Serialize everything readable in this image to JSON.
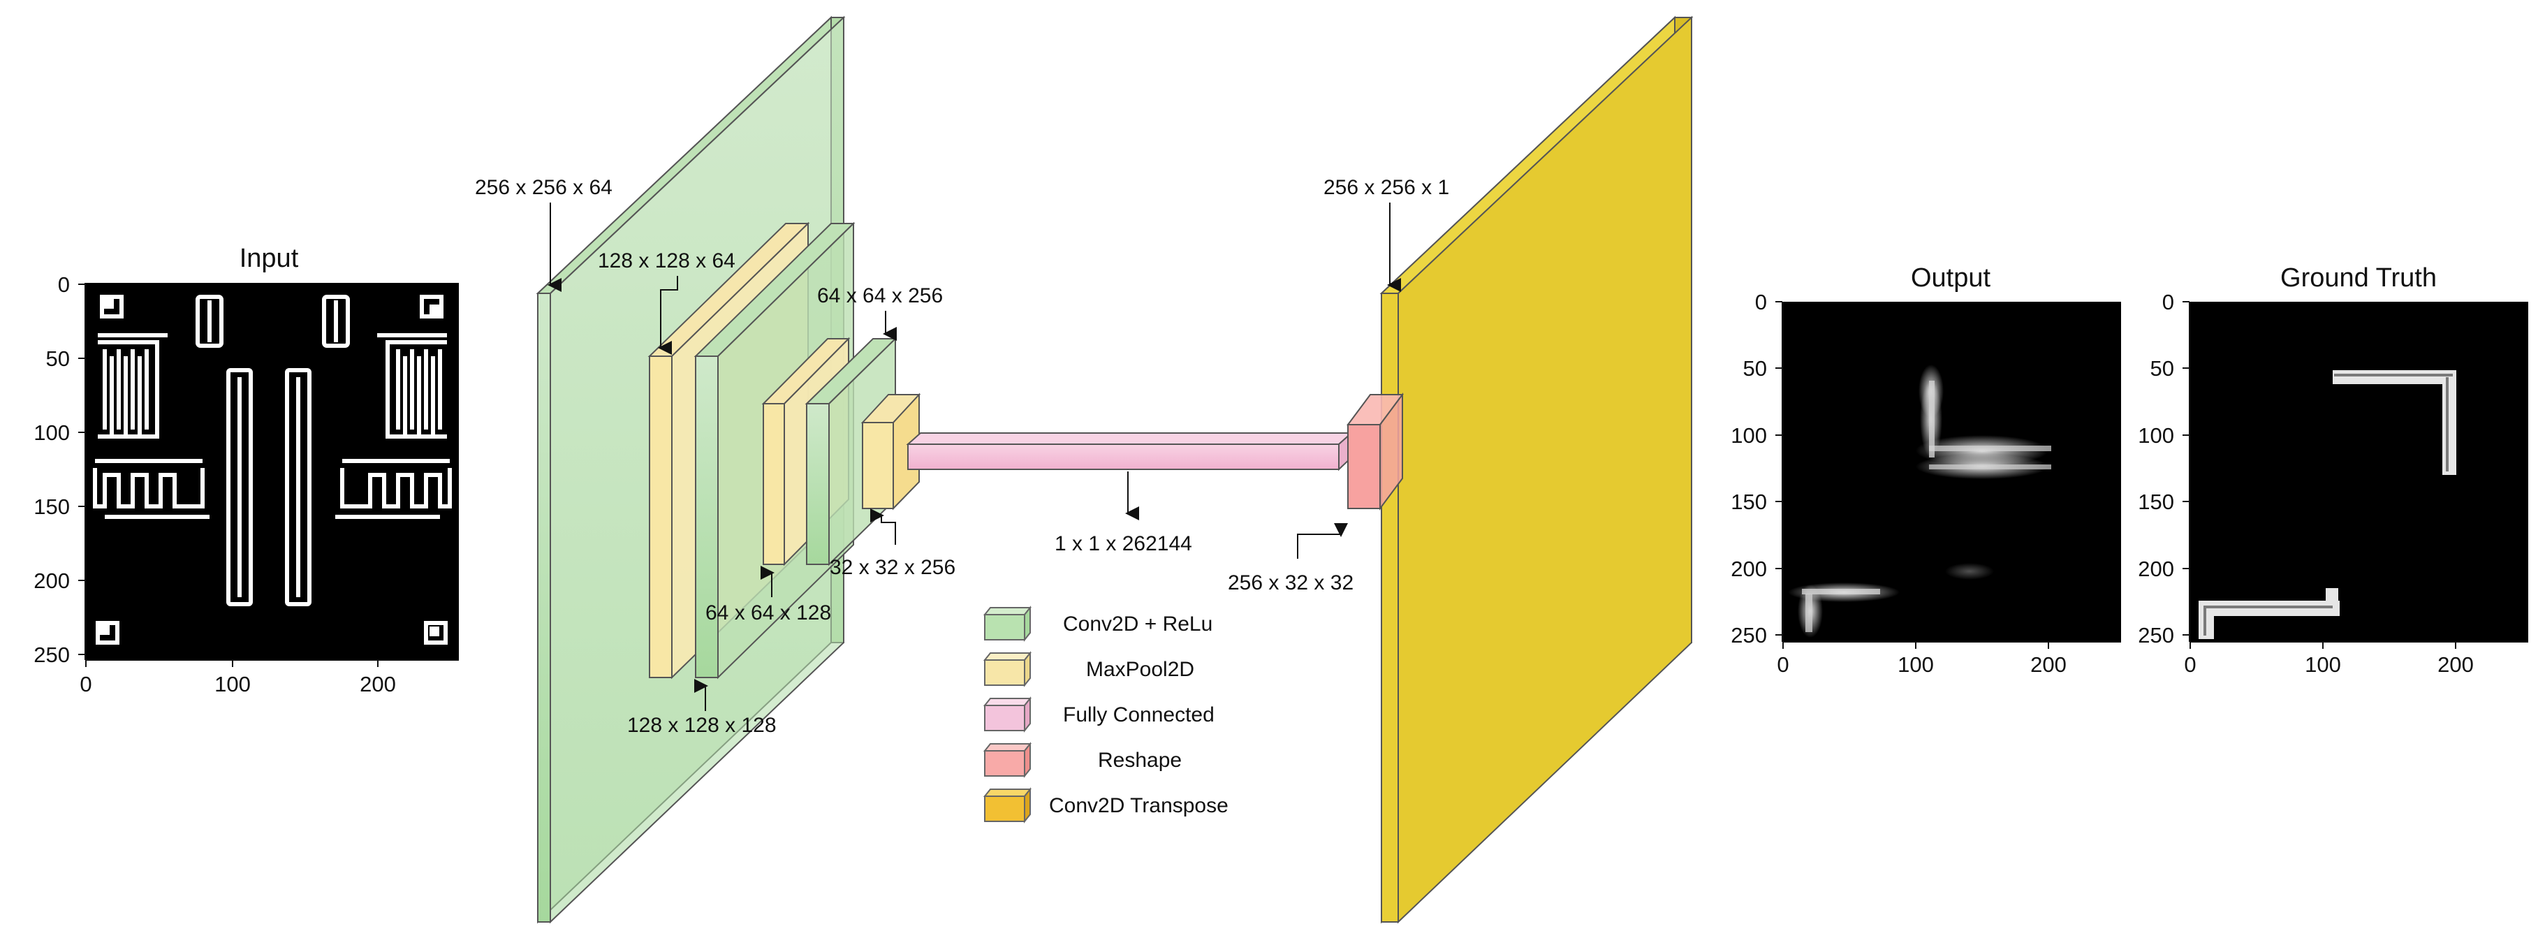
{
  "input_plot": {
    "title": "Input",
    "y_ticks": [
      "0",
      "50",
      "100",
      "150",
      "200",
      "250"
    ],
    "x_ticks": [
      "0",
      "100",
      "200"
    ]
  },
  "output_plot": {
    "title": "Output",
    "y_ticks": [
      "0",
      "50",
      "100",
      "150",
      "200",
      "250"
    ],
    "x_ticks": [
      "0",
      "100",
      "200"
    ]
  },
  "ground_truth_plot": {
    "title": "Ground Truth",
    "y_ticks": [
      "0",
      "50",
      "100",
      "150",
      "200",
      "250"
    ],
    "x_ticks": [
      "0",
      "100",
      "200"
    ]
  },
  "layer_labels": {
    "conv1": "256 x 256 x 64",
    "pool1": "128 x 128 x 64",
    "conv2": "128 x 128 x 128",
    "pool2_label": "64 x 64 x 128",
    "conv3": "64 x 64 x 256",
    "pool3": "32 x 32 x 256",
    "fc": "1 x 1 x 262144",
    "reshape": "256 x 32 x 32",
    "output": "256 x 256 x 1"
  },
  "legend": {
    "items": [
      {
        "label": "Conv2D + ReLu",
        "color": "#b9e2b0"
      },
      {
        "label": "MaxPool2D",
        "color": "#f7e6a8"
      },
      {
        "label": "Fully Connected",
        "color": "#f3c4dc"
      },
      {
        "label": "Reshape",
        "color": "#f8aaa8"
      },
      {
        "label": "Conv2D Transpose",
        "color": "#f2c033"
      }
    ]
  },
  "colors": {
    "conv": "#a8d9a0",
    "pool": "#f8e7a6",
    "fc": "#f4bcd6",
    "reshape": "#f7a2a0",
    "transpose": "#e5c930"
  }
}
